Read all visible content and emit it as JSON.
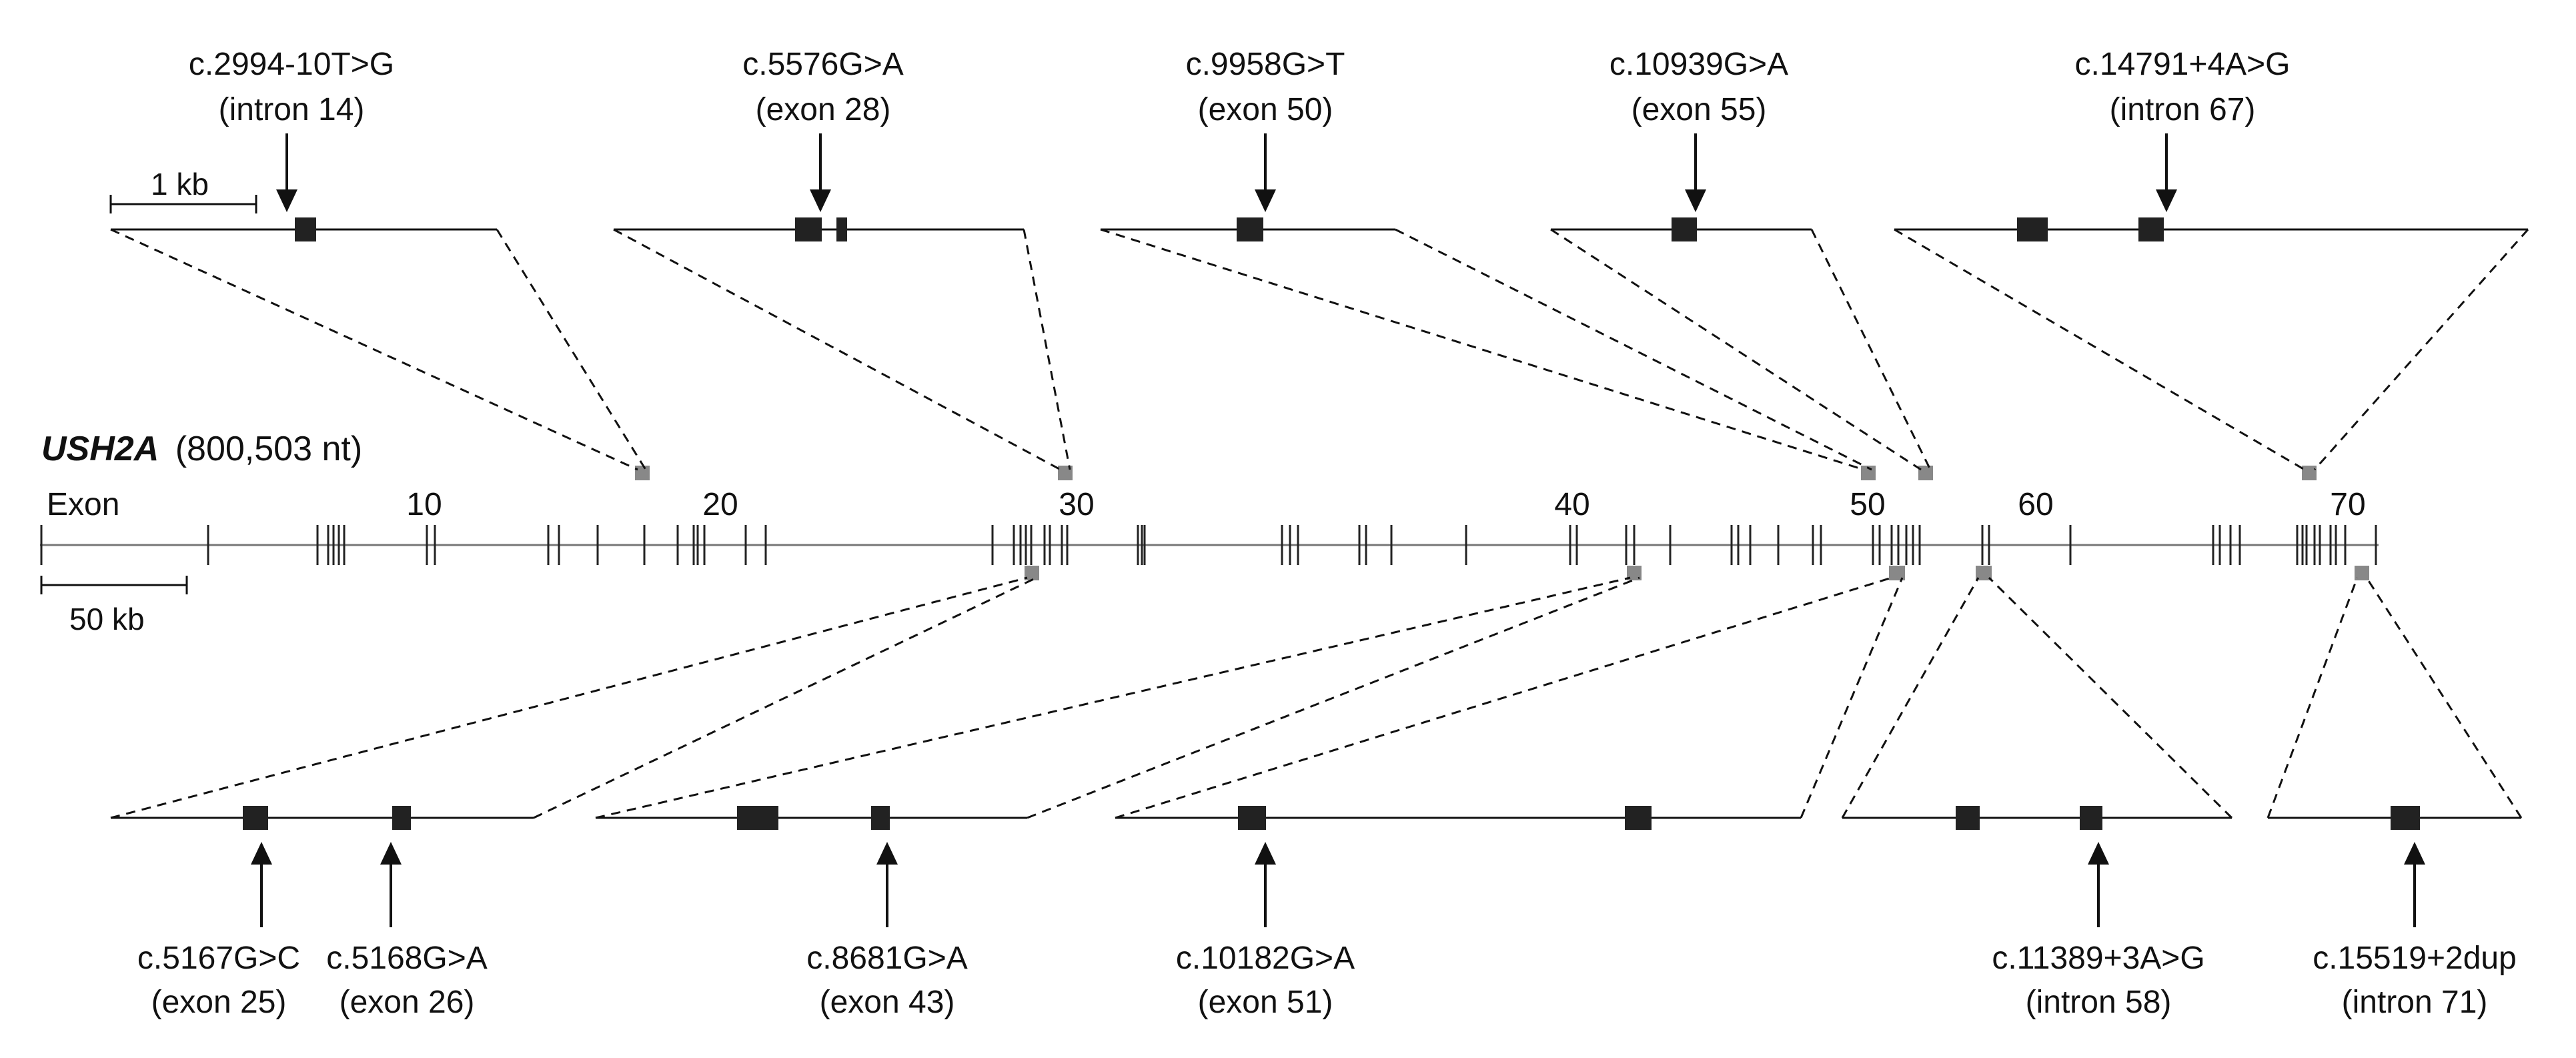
{
  "figure": {
    "gene_name": "USH2A",
    "gene_length": "(800,503 nt)",
    "exon_label": "Exon",
    "gene_scale": "50 kb",
    "zoom_scale": "1 kb",
    "exon_numbers": [
      "10",
      "20",
      "30",
      "40",
      "50",
      "60",
      "70"
    ]
  },
  "variants_top": [
    {
      "variant": "c.2994-10T>G",
      "location": "(intron 14)"
    },
    {
      "variant": "c.5576G>A",
      "location": "(exon 28)"
    },
    {
      "variant": "c.9958G>T",
      "location": "(exon 50)"
    },
    {
      "variant": "c.10939G>A",
      "location": "(exon 55)"
    },
    {
      "variant": "c.14791+4A>G",
      "location": "(intron 67)"
    }
  ],
  "variants_bottom": [
    {
      "variant": "c.5167G>C",
      "location": "(exon 25)"
    },
    {
      "variant": "c.5168G>A",
      "location": "(exon 26)"
    },
    {
      "variant": "c.8681G>A",
      "location": "(exon 43)"
    },
    {
      "variant": "c.10182G>A",
      "location": "(exon 51)"
    },
    {
      "variant": "c.11389+3A>G",
      "location": "(intron 58)"
    },
    {
      "variant": "c.15519+2dup",
      "location": "(intron 71)"
    }
  ],
  "colors": {
    "exon": "#222222",
    "highlight": "#888888",
    "line": "#111111",
    "genomic_line": "#777777"
  }
}
